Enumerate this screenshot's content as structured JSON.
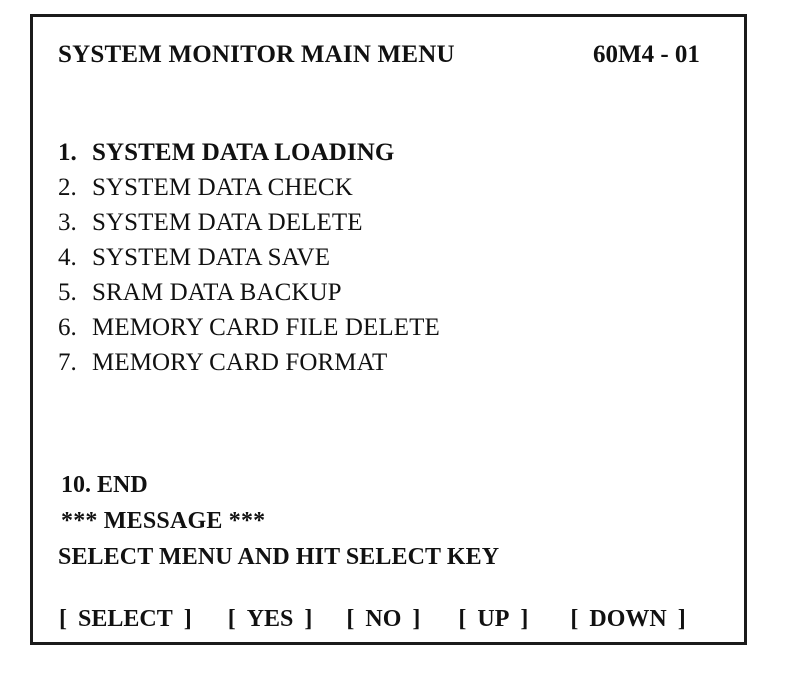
{
  "screen": {
    "title": "SYSTEM MONITOR MAIN MENU",
    "code": "60M4 - 01",
    "background_color": "#ffffff",
    "text_color": "#111111",
    "border_color": "#1b1b1b"
  },
  "menu": {
    "items": [
      {
        "number": "1.",
        "label": "SYSTEM DATA LOADING",
        "selected": true
      },
      {
        "number": "2.",
        "label": "SYSTEM DATA CHECK",
        "selected": false
      },
      {
        "number": "3.",
        "label": "SYSTEM DATA DELETE",
        "selected": false
      },
      {
        "number": "4.",
        "label": "SYSTEM DATA SAVE",
        "selected": false
      },
      {
        "number": "5.",
        "label": "SRAM DATA BACKUP",
        "selected": false
      },
      {
        "number": "6.",
        "label": "MEMORY CARD FILE DELETE",
        "selected": false
      },
      {
        "number": "7.",
        "label": "MEMORY CARD FORMAT",
        "selected": false
      }
    ],
    "end_item": "10. END"
  },
  "message": {
    "header": "*** MESSAGE ***",
    "text": "SELECT MENU AND HIT SELECT KEY"
  },
  "softkeys": [
    {
      "open": "[",
      "label": "SELECT",
      "close": "]"
    },
    {
      "open": "[",
      "label": "YES",
      "close": "]"
    },
    {
      "open": "[",
      "label": "NO",
      "close": "]"
    },
    {
      "open": "[",
      "label": "UP",
      "close": "]"
    },
    {
      "open": "[",
      "label": "DOWN",
      "close": "]"
    }
  ]
}
